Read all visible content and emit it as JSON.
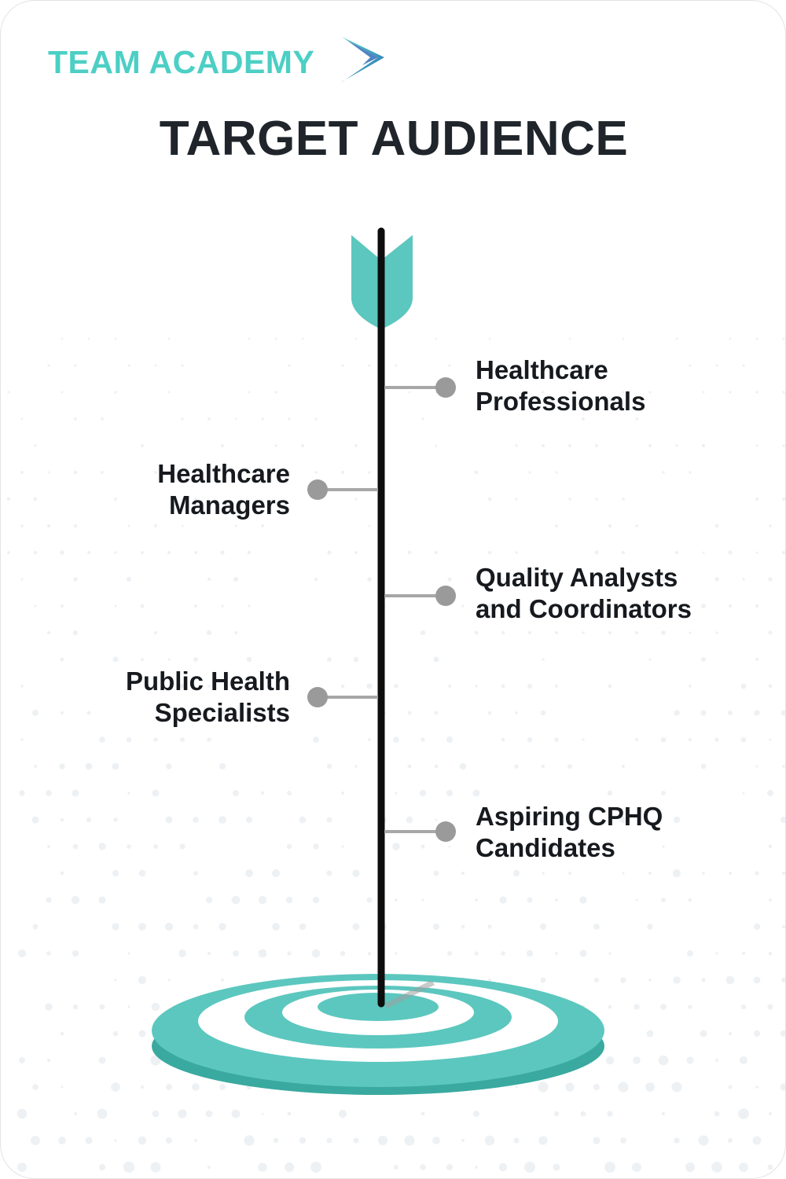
{
  "brand": {
    "name": "TEAM ACADEMY",
    "logo_icon": "chevron-arrow-logo-icon"
  },
  "title": "TARGET AUDIENCE",
  "colors": {
    "brand": "#4ccfc4",
    "teal": "#5cc7bf",
    "teal_dark": "#3aa99f",
    "shaft": "#0d0d0d",
    "connector": "#a7a7a7",
    "title": "#1f252b"
  },
  "audience": [
    {
      "lines": [
        "Healthcare",
        "Professionals"
      ],
      "side": "right"
    },
    {
      "lines": [
        "Healthcare",
        "Managers"
      ],
      "side": "left"
    },
    {
      "lines": [
        "Quality Analysts",
        "and Coordinators"
      ],
      "side": "right"
    },
    {
      "lines": [
        "Public Health",
        "Specialists"
      ],
      "side": "left"
    },
    {
      "lines": [
        "Aspiring CPHQ",
        "Candidates"
      ],
      "side": "right"
    }
  ],
  "icons": {
    "arrow_fletching": "arrow-fletching-icon",
    "target": "bullseye-target-icon"
  }
}
